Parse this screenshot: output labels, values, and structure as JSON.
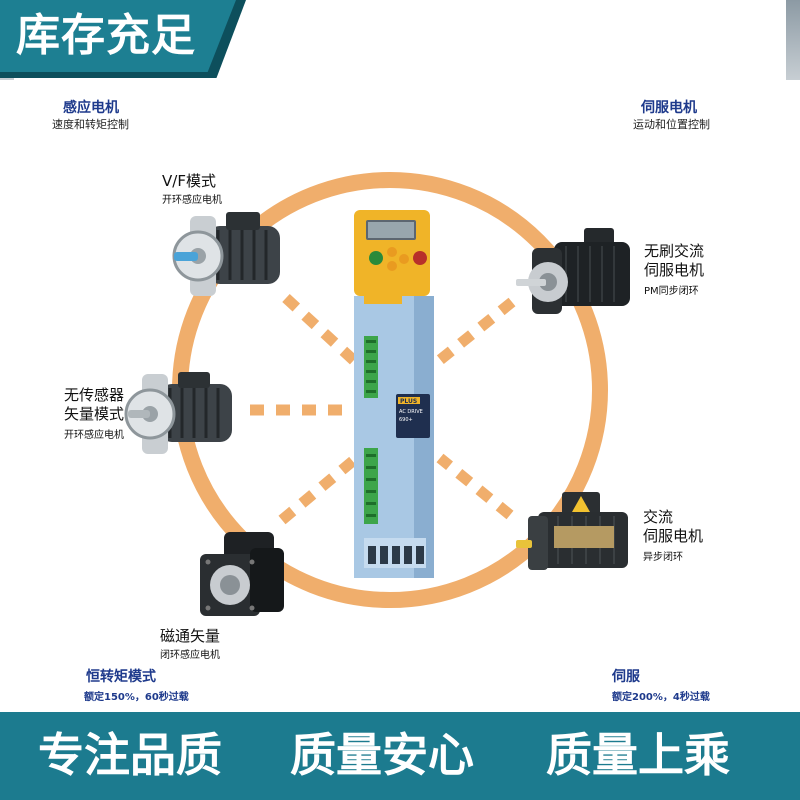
{
  "banner": {
    "title": "库存充足"
  },
  "sections": {
    "induction": {
      "title": "感应电机",
      "subtitle": "速度和转矩控制"
    },
    "servo": {
      "title": "伺服电机",
      "subtitle": "运动和位置控制"
    },
    "constant_torque": {
      "title": "恒转矩模式",
      "subtitle": "额定150%，60秒过载"
    },
    "servo_overload": {
      "title": "伺服",
      "subtitle": "额定200%，4秒过载"
    }
  },
  "modes": {
    "vf": {
      "title": "V/F模式",
      "subtitle": "开环感应电机"
    },
    "sensorless": {
      "title_line1": "无传感器",
      "title_line2": "矢量模式",
      "subtitle": "开环感应电机"
    },
    "flux": {
      "title": "磁通矢量",
      "subtitle": "闭环感应电机"
    },
    "brushless": {
      "title_line1": "无刷交流",
      "title_line2": "伺服电机",
      "subtitle": "PM同步闭环"
    },
    "ac_servo": {
      "title_line1": "交流",
      "title_line2": "伺服电机",
      "subtitle": "异步闭环"
    }
  },
  "drive": {
    "badge": "PLUS",
    "model_line1": "AC DRIVE",
    "model_line2": "690+"
  },
  "footer": {
    "slogan1": "专注品质",
    "slogan2": "质量安心",
    "slogan3": "质量上乘"
  },
  "colors": {
    "accent": "#f0ae6c",
    "banner": "#1d7f92",
    "footer": "#1c7b8f",
    "label_blue": "#1e3a8c"
  }
}
